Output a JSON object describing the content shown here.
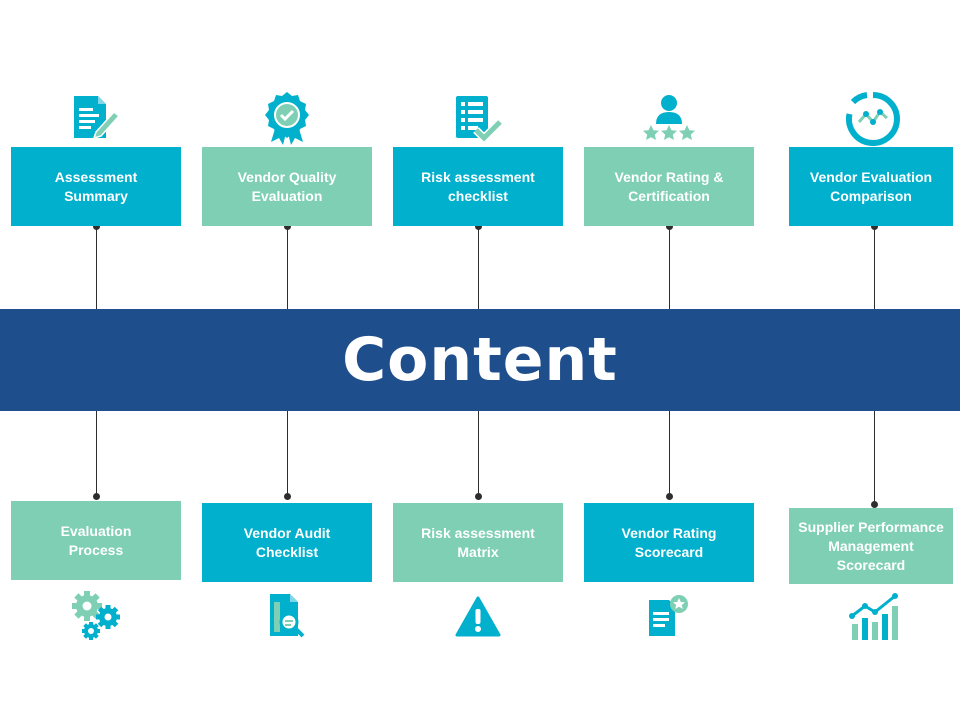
{
  "banner": {
    "title": "Content"
  },
  "top_items": [
    {
      "label": "Assessment\nSummary",
      "icon": "document-edit-icon",
      "color": "#00b0cc"
    },
    {
      "label": "Vendor Quality\nEvaluation",
      "icon": "quality-badge-icon",
      "color": "#7ecfb4"
    },
    {
      "label": "Risk assessment\nchecklist",
      "icon": "checklist-icon",
      "color": "#00b0cc"
    },
    {
      "label": "Vendor Rating &\nCertification",
      "icon": "user-rating-icon",
      "color": "#7ecfb4"
    },
    {
      "label": "Vendor Evaluation\nComparison",
      "icon": "analytics-circle-icon",
      "color": "#00b0cc"
    }
  ],
  "bottom_items": [
    {
      "label": "Evaluation\nProcess",
      "icon": "gears-icon",
      "color": "#7ecfb4"
    },
    {
      "label": "Vendor Audit\nChecklist",
      "icon": "document-search-icon",
      "color": "#00b0cc"
    },
    {
      "label": "Risk assessment\nMatrix",
      "icon": "warning-icon",
      "color": "#7ecfb4"
    },
    {
      "label": "Vendor Rating\nScorecard",
      "icon": "document-star-icon",
      "color": "#00b0cc"
    },
    {
      "label": "Supplier Performance\nManagement\nScorecard",
      "icon": "growth-chart-icon",
      "color": "#7ecfb4"
    }
  ],
  "colors": {
    "banner": "#1f4e8c",
    "teal": "#00b0cc",
    "mint": "#7ecfb4",
    "connector": "#2e2e2e"
  }
}
